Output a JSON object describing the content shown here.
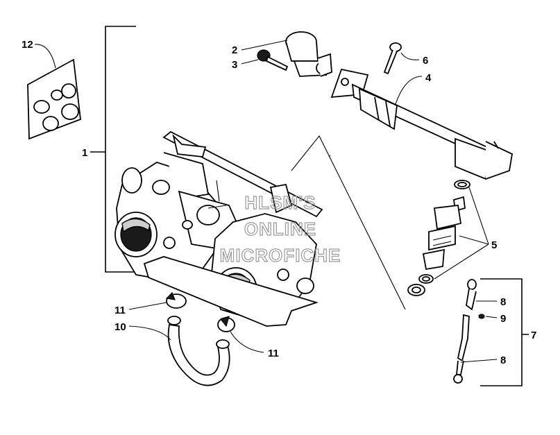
{
  "callouts": {
    "c1": "1",
    "c2": "2",
    "c3": "3",
    "c4": "4",
    "c5": "5",
    "c6": "6",
    "c7": "7",
    "c8a": "8",
    "c8b": "8",
    "c9": "9",
    "c10": "10",
    "c11a": "11",
    "c11b": "11",
    "c12": "12"
  },
  "watermark": {
    "line1": "HLSM'S",
    "line2": "ONLINE",
    "line3": "MICROFICHE"
  }
}
